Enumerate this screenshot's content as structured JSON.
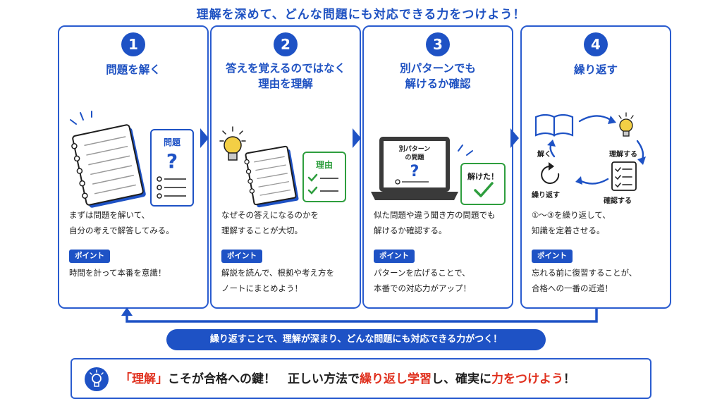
{
  "headline": "理解を深めて、どんな問題にも対応できる力をつけよう！",
  "steps": [
    {
      "number": "1",
      "title_lines": [
        "問題を解く"
      ],
      "body_lines": [
        "まずは問題を解いて、",
        "自分の考えで解答してみる。"
      ],
      "badge": "ポイント",
      "tip_lines": [
        "時間を計って本番を意識！"
      ],
      "card_label": "問題",
      "card_mark": "?"
    },
    {
      "number": "2",
      "title_lines": [
        "答えを覚えるのではなく",
        "理由を理解"
      ],
      "body_lines": [
        "なぜその答えになるのかを",
        "理解することが大切。"
      ],
      "badge": "ポイント",
      "tip_lines": [
        "解説を読んで、根拠や考え方を",
        "ノートにまとめよう！"
      ],
      "card_label": "理由"
    },
    {
      "number": "3",
      "title_lines": [
        "別パターンでも",
        "解けるか確認"
      ],
      "body_lines": [
        "似た問題や違う聞き方の問題でも",
        "解けるか確認する。"
      ],
      "badge": "ポイント",
      "tip_lines": [
        "パターンを広げることで、",
        "本番での対応力がアップ！"
      ],
      "screen_lines": [
        "別パターン",
        "の問題"
      ],
      "screen_mark": "?",
      "card_label": "解けた！"
    },
    {
      "number": "4",
      "title_lines": [
        "繰り返す"
      ],
      "body_lines": [
        "①〜③を繰り返して、",
        "知識を定着させる。"
      ],
      "badge": "ポイント",
      "tip_lines": [
        "忘れる前に復習することが、",
        "合格への一番の近道！"
      ],
      "cycle_labels": [
        "解く",
        "理解する",
        "確認する",
        "繰り返す"
      ]
    }
  ],
  "loop_banner": "繰り返すことで、理解が深まり、どんな問題にも対応できる力がつく！",
  "bottom": {
    "part1": "「理解」",
    "part2": "こそが合格への鍵！　正しい方法で",
    "part3": "繰り返し学習",
    "part4": "し、確実に",
    "part5": "力をつけよう",
    "part6": "！"
  },
  "colors": {
    "primary": "#1e52c5",
    "accent_red": "#e0301e",
    "check_green": "#2e9e3e",
    "bulb_yellow": "#f3cf45"
  }
}
